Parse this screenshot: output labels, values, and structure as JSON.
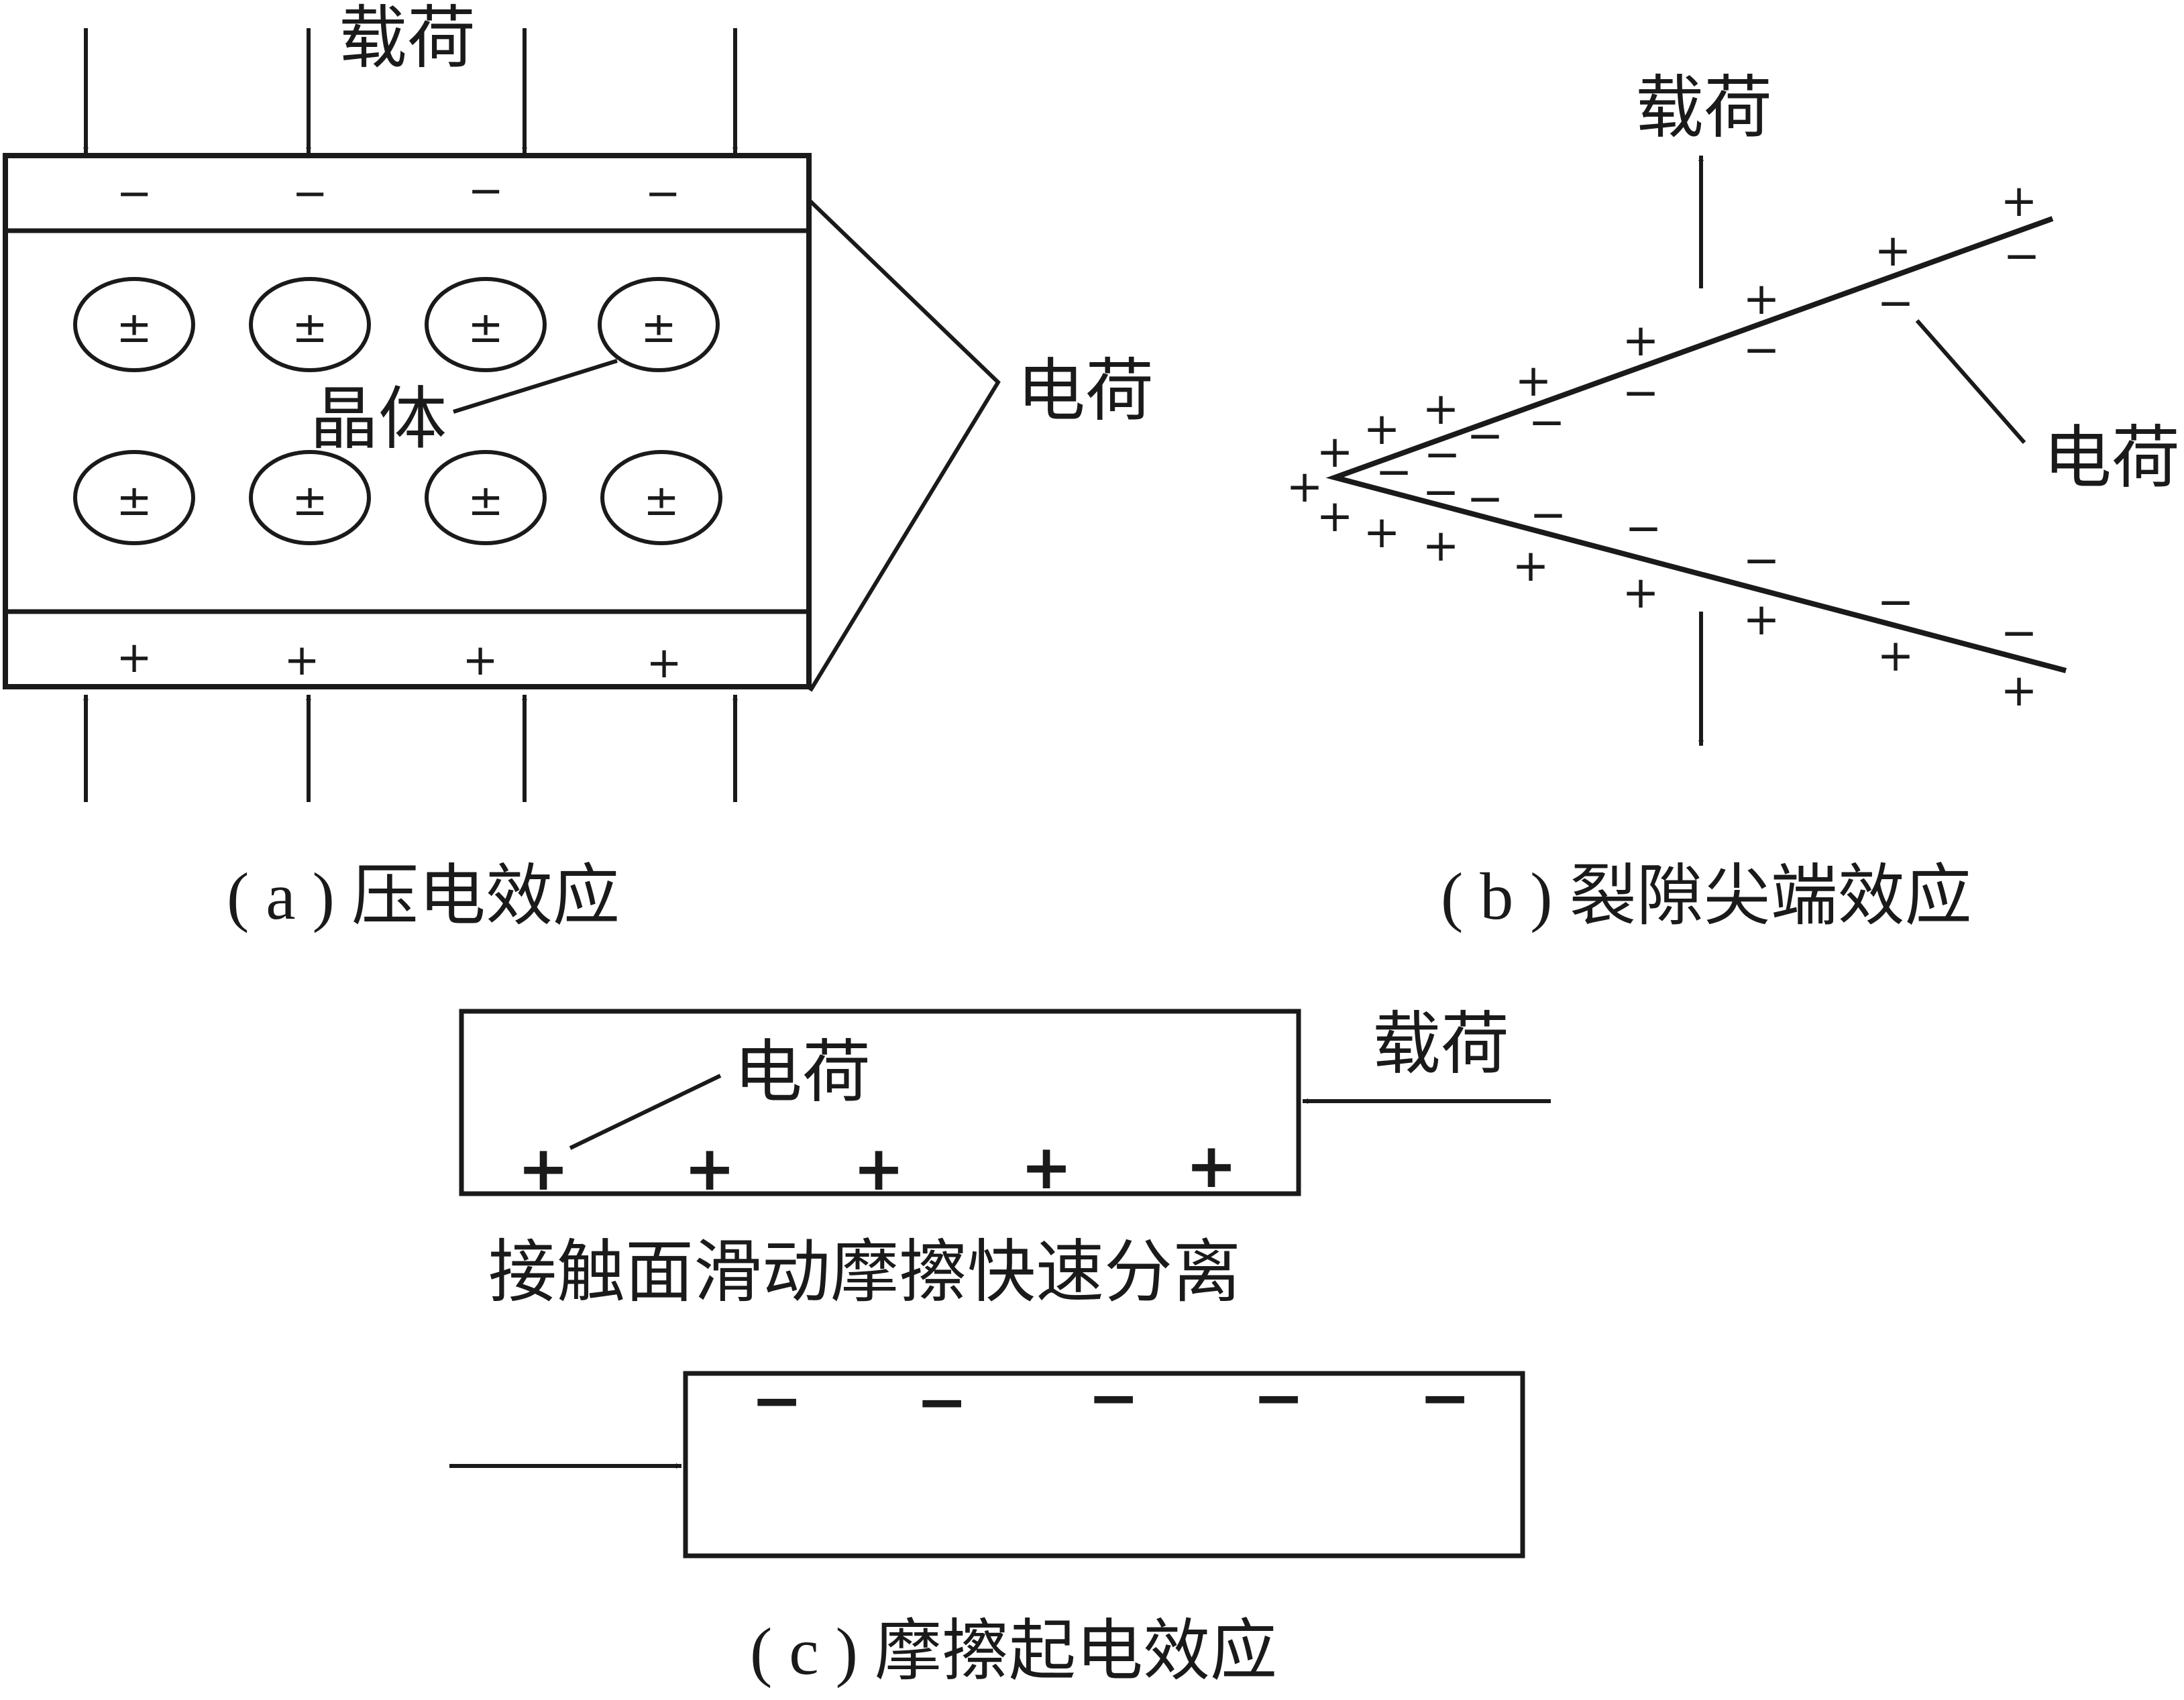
{
  "panel_a": {
    "load_label": "载荷",
    "charge_label": "电荷",
    "crystal_label": "晶体",
    "top_sign": "−",
    "bottom_sign": "+",
    "crystal_sign": "±",
    "caption": "( a ) 压电效应"
  },
  "panel_b": {
    "load_label": "载荷",
    "charge_label": "电荷",
    "plus_sign": "+",
    "minus_sign": "−",
    "caption": "( b ) 裂隙尖端效应"
  },
  "panel_c": {
    "charge_label": "电荷",
    "load_label": "载荷",
    "plus_sign": "+",
    "minus_sign": "−",
    "middle_text": "接触面滑动摩擦快速分离",
    "caption": "( c ) 摩擦起电效应"
  }
}
